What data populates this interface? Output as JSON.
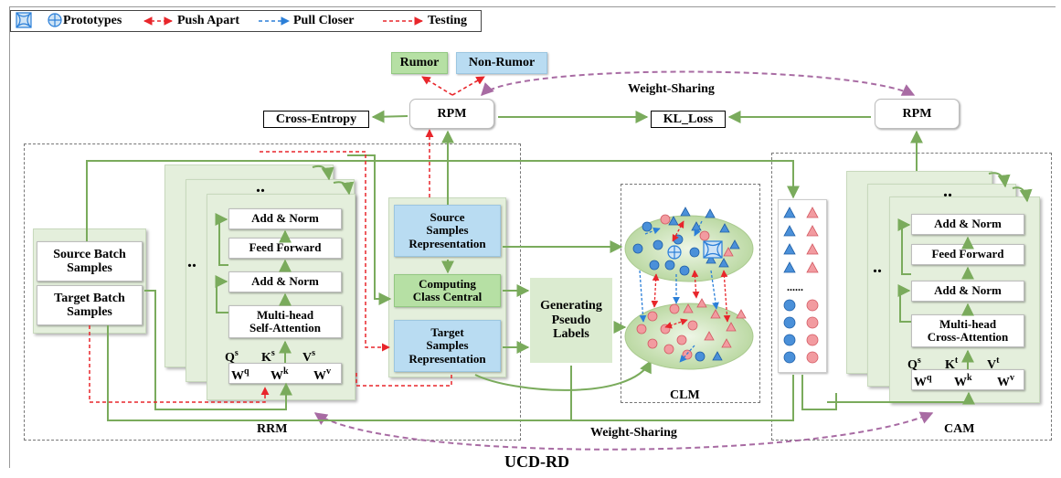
{
  "legend": {
    "prototypes": "Prototypes",
    "push_apart": "Push Apart",
    "pull_closer": "Pull Closer",
    "testing": "Testing"
  },
  "labels": {
    "rumor": "Rumor",
    "non_rumor": "Non-Rumor",
    "weight_sharing": "Weight-Sharing",
    "rpm": "RPM",
    "cross_entropy": "Cross-Entropy",
    "kl_loss": "KL_Loss",
    "source_batch": "Source Batch\nSamples",
    "target_batch": "Target Batch\nSamples",
    "add_norm": "Add & Norm",
    "feed_forward": "Feed Forward",
    "self_attention": "Multi-head\nSelf-Attention",
    "cross_attention": "Multi-head\nCross-Attention",
    "source_repr": "Source\nSamples\nRepresentation",
    "class_central": "Computing\nClass Central",
    "target_repr": "Target\nSamples\nRepresentation",
    "pseudo_labels": "Generating\nPseudo\nLabels",
    "rrm": "RRM",
    "clm": "CLM",
    "cam": "CAM",
    "title": "UCD-RD",
    "dots": "......"
  },
  "colors": {
    "green_arrow": "#7aab5c",
    "red_dashed": "#e8262b",
    "blue_dashed": "#2b7fd8",
    "purple_dashed": "#a86ba3",
    "blue_box": "#b9dcf2",
    "green_box": "#b6e0a4",
    "panel": "#e4efdc"
  }
}
